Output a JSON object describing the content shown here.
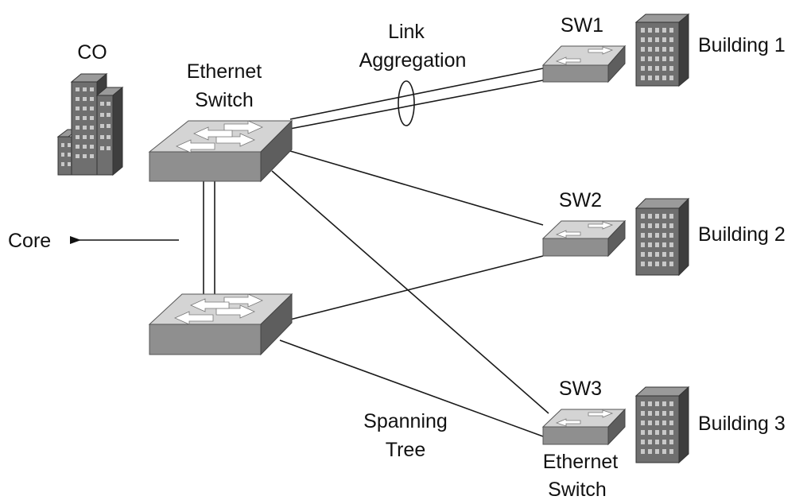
{
  "labels": {
    "co": "CO",
    "core_switch": [
      "Ethernet",
      "Switch"
    ],
    "link_aggregation": [
      "Link",
      "Aggregation"
    ],
    "spanning_tree": [
      "Spanning",
      "Tree"
    ],
    "core": "Core",
    "sw1": "SW1",
    "sw2": "SW2",
    "sw3": "SW3",
    "sw3_caption": [
      "Ethernet",
      "Switch"
    ],
    "building1": "Building 1",
    "building2": "Building 2",
    "building3": "Building 3"
  },
  "nodes": [
    {
      "id": "co-building",
      "type": "building"
    },
    {
      "id": "core-switch-top",
      "type": "switch",
      "label_key": "core_switch"
    },
    {
      "id": "core-switch-bottom",
      "type": "switch"
    },
    {
      "id": "sw1",
      "type": "switch",
      "label_key": "sw1"
    },
    {
      "id": "sw2",
      "type": "switch",
      "label_key": "sw2"
    },
    {
      "id": "sw3",
      "type": "switch",
      "label_key": "sw3"
    },
    {
      "id": "building-1",
      "type": "building",
      "label_key": "building1"
    },
    {
      "id": "building-2",
      "type": "building",
      "label_key": "building2"
    },
    {
      "id": "building-3",
      "type": "building",
      "label_key": "building3"
    }
  ],
  "edges": [
    {
      "from": "core-switch-top",
      "to": "sw1",
      "kind": "link-aggregation"
    },
    {
      "from": "core-switch-top",
      "to": "sw2",
      "kind": "link"
    },
    {
      "from": "core-switch-top",
      "to": "sw3",
      "kind": "link"
    },
    {
      "from": "core-switch-bottom",
      "to": "sw2",
      "kind": "link"
    },
    {
      "from": "core-switch-bottom",
      "to": "sw3",
      "kind": "spanning-tree"
    },
    {
      "from": "core-switch-top",
      "to": "core-switch-bottom",
      "kind": "double-link"
    },
    {
      "from": "core-switch-bottom",
      "to": "core",
      "kind": "arrow"
    }
  ]
}
